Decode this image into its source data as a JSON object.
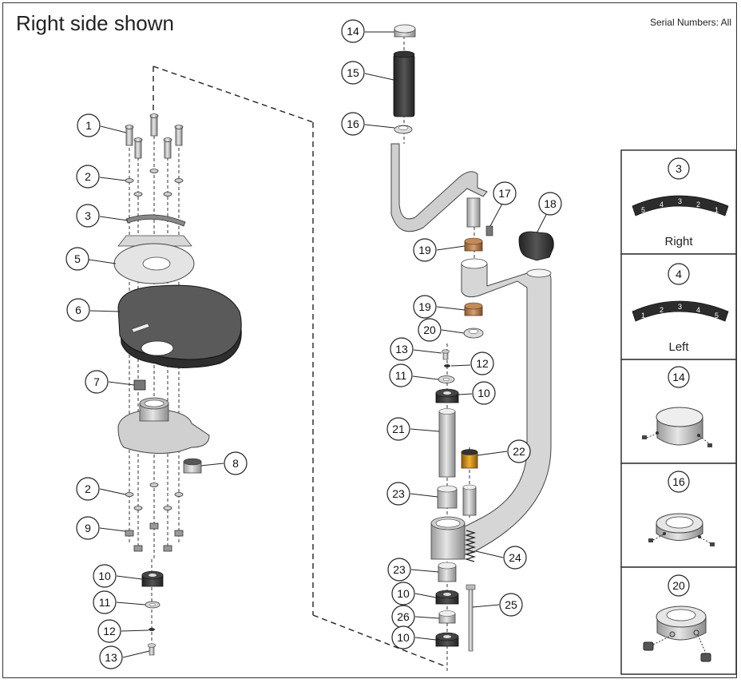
{
  "header": {
    "title": "Right side shown",
    "serial": "Serial Numbers: All"
  },
  "callouts": {
    "main": [
      "1",
      "2",
      "3",
      "5",
      "6",
      "7",
      "8",
      "2",
      "9",
      "10",
      "11",
      "12",
      "13",
      "14",
      "15",
      "16",
      "17",
      "18",
      "19",
      "19",
      "20",
      "13",
      "12",
      "11",
      "10",
      "21",
      "22",
      "23",
      "24",
      "23",
      "10",
      "25",
      "26",
      "10"
    ]
  },
  "panels": {
    "p3": {
      "num": "3",
      "label": "Right",
      "scale": [
        "5",
        "4",
        "3",
        "2",
        "1"
      ]
    },
    "p4": {
      "num": "4",
      "label": "Left",
      "scale": [
        "1",
        "2",
        "3",
        "4",
        "5"
      ]
    },
    "p14": {
      "num": "14"
    },
    "p16": {
      "num": "16"
    },
    "p20": {
      "num": "20"
    }
  },
  "colors": {
    "line": "#222222",
    "part": "#cfcfcf",
    "dark": "#3a3a3a",
    "bronze": "#b07a4e"
  }
}
